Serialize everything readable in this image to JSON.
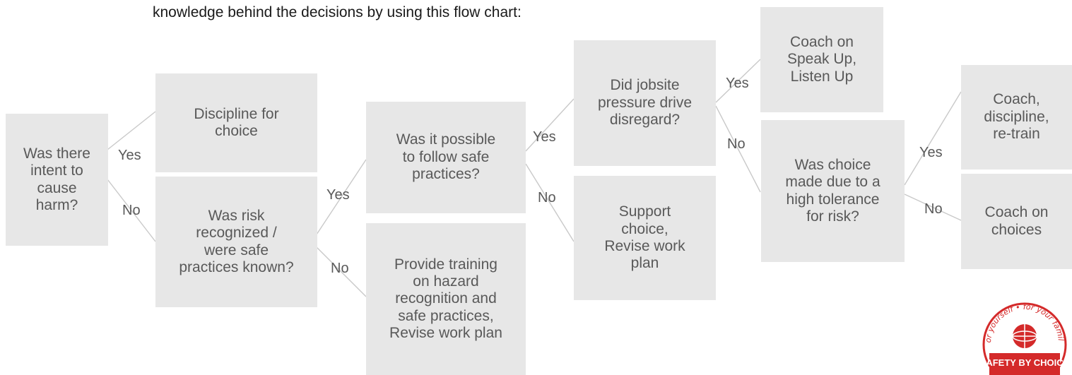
{
  "intro_text": "knowledge behind the decisions by using this flow chart:",
  "boxes": {
    "intent": "Was there\nintent to\ncause\nharm?",
    "discipline": "Discipline for\nchoice",
    "risk_recognized": "Was risk\nrecognized /\nwere safe\npractices known?",
    "possible": "Was it possible\nto follow safe\npractices?",
    "training": "Provide training\non hazard\nrecognition and\nsafe practices,\nRevise work plan",
    "pressure": "Did jobsite\npressure drive\ndisregard?",
    "support": "Support\nchoice,\nRevise work\nplan",
    "speak_up": "Coach on\nSpeak Up,\nListen Up",
    "tolerance": "Was choice\nmade due to a\nhigh tolerance\nfor risk?",
    "coach_discipline": "Coach,\ndiscipline,\nre-train",
    "coach_choices": "Coach on\nchoices"
  },
  "labels": {
    "yes": "Yes",
    "no": "No"
  },
  "logo": {
    "text_top": "for yourself • for your family",
    "text_bottom": "SAFETY BY CHOICE"
  },
  "colors": {
    "box_fill": "#e7e7e7",
    "box_text": "#595959",
    "connector": "#c9c9c9",
    "logo_red": "#d42a2a"
  }
}
